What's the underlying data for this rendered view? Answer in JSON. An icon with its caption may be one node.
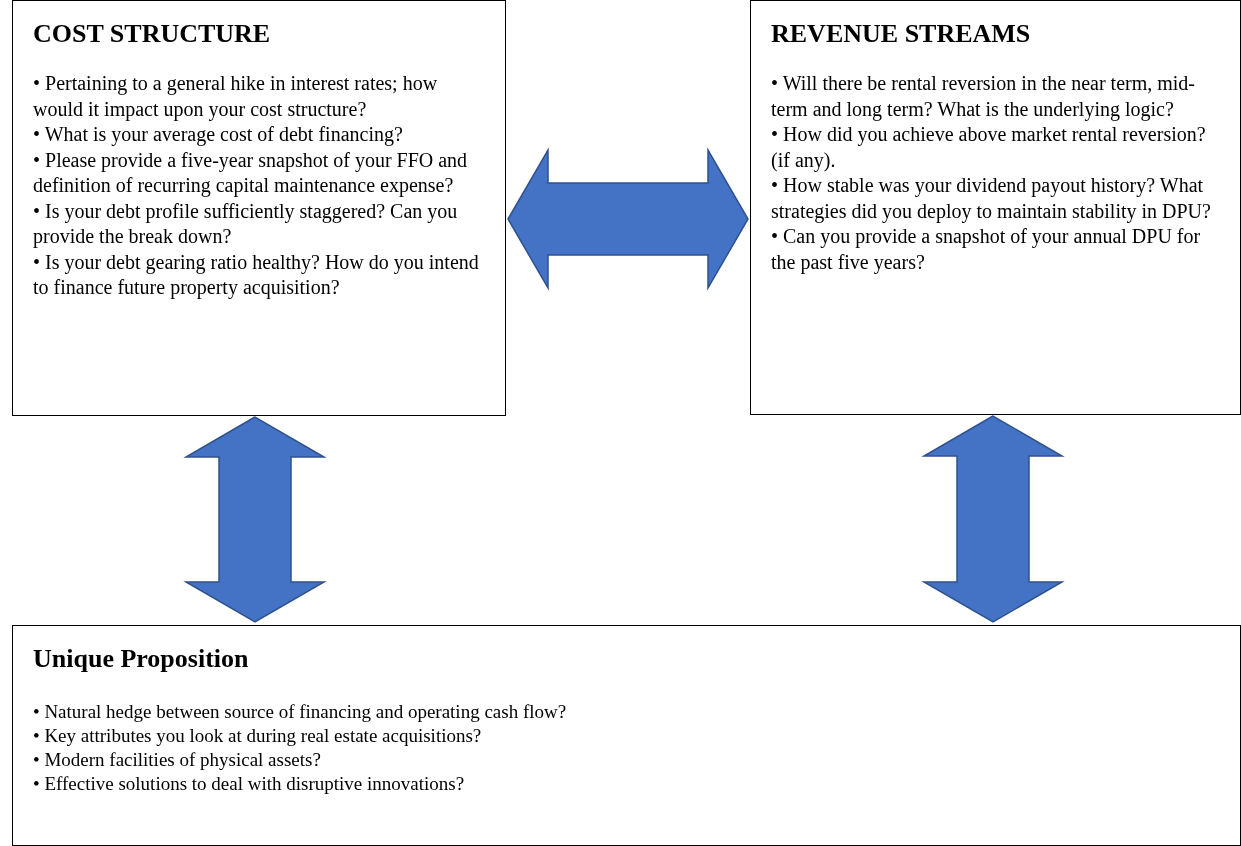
{
  "diagram": {
    "nodes": [
      {
        "text": [
          "COST STRUCTURE",
          "• Pertaining to a general hike in interest rates; how would it impact upon your cost structure?",
          "• What is your average cost of debt financing?",
          "• Please provide a five-year snapshot of your FFO and definition of recurring capital maintenance expense?",
          "• Is your debt profile sufficiently staggered? Can you provide the break down?",
          "• Is your debt gearing ratio healthy? How do you intend to finance future property acquisition?"
        ]
      },
      {
        "text": [
          "REVENUE STREAMS",
          "• Will there be rental reversion in the near term, mid-term and long term? What is the underlying logic?",
          "• How did you achieve above market rental reversion? (if any).",
          "• How stable was your dividend payout history? What strategies did you deploy to maintain stability in DPU?",
          "• Can you provide a snapshot of your annual DPU for the past five years?"
        ]
      },
      {
        "text": [
          "Unique Proposition",
          "• Natural hedge between source of financing and operating cash flow?",
          "• Key attributes you look at during real estate acquisitions?",
          "• Modern facilities of physical assets?",
          "• Effective solutions to deal with disruptive innovations?"
        ]
      }
    ],
    "edges": [
      {
        "from": 0,
        "to": 1,
        "arrow": "both"
      },
      {
        "from": 0,
        "to": 2,
        "arrow": "both"
      },
      {
        "from": 1,
        "to": 2,
        "arrow": "both"
      }
    ]
  }
}
